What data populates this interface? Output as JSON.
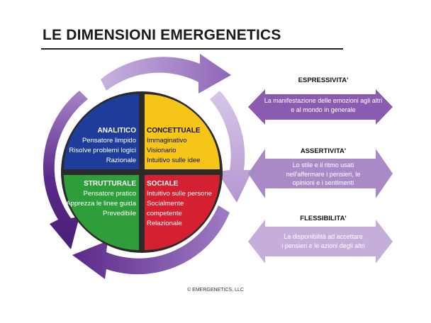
{
  "title": "LE DIMENSIONI EMERGENETICS",
  "quadrants": {
    "analitico": {
      "title": "ANALITICO",
      "items": [
        "Pensatore limpido",
        "Risolve problemi logici",
        "Razionale"
      ],
      "color": "#1e3d9a"
    },
    "concettuale": {
      "title": "CONCETTUALE",
      "items": [
        "Immaginativo",
        "Visionario",
        "Intuitivo sulle idee"
      ],
      "color": "#f5c518"
    },
    "strutturale": {
      "title": "STRUTTURALE",
      "items": [
        "Pensatore pratico",
        "Apprezza le linee guida",
        "Prevedibile"
      ],
      "color": "#2e9e3a"
    },
    "sociale": {
      "title": "SOCIALE",
      "items": [
        "Intuitivo sulle persone",
        "Socialmente",
        "competente",
        "Relazionale"
      ],
      "color": "#d42030"
    }
  },
  "behaviors": [
    {
      "label": "ESPRESSIVITA'",
      "description": [
        "La manifestazione delle emozioni agli altri",
        "e al mondo in generale"
      ],
      "color": "#8a5bb0"
    },
    {
      "label": "ASSERTIVITA'",
      "description": [
        "Lo stile  e il ritmo usati",
        "nell'affermare i pensieri, le",
        "opinioni e i sentimenti"
      ],
      "color": "#a98ac6"
    },
    {
      "label": "FLESSIBILITA'",
      "description": [
        "La disponibilità ad accettare",
        "i pensieri e le azioni degli altri"
      ],
      "color": "#c6aedb"
    }
  ],
  "cycle_colors": [
    "#5a2a8a",
    "#b89bd0"
  ],
  "footer": "© EMERGENETICS, LLC"
}
